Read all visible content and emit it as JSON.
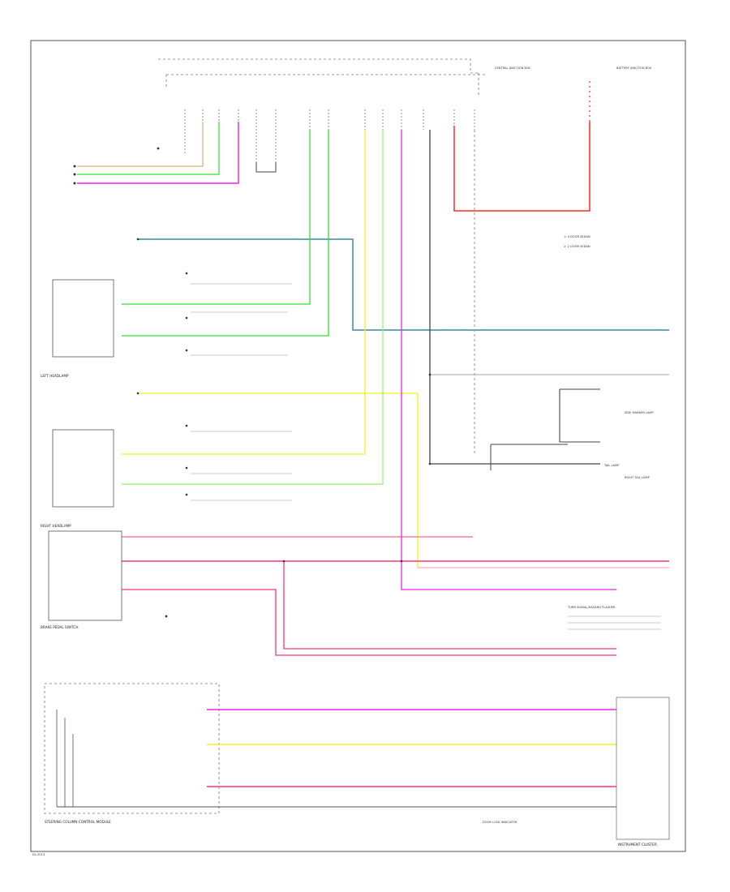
{
  "wire_colors": {
    "red": "#ff2a2a",
    "blue_green": "#3a8a9a",
    "green": "#33dd33",
    "yellow": "#f2f222",
    "pink": "#ff3377",
    "magenta": "#ee22ee",
    "black": "#444444",
    "gray": "#aaaaaa"
  },
  "component_labels": [
    "LEFT HEADLAMP",
    "RIGHT HEADLAMP",
    "BRAKE PEDAL SWITCH",
    "STEERING COLUMN CONTROL MODULE",
    "INSTRUMENT CLUSTER",
    "RIGHT TAIL LAMP",
    "DOOR LOCK INDICATOR",
    "TURN SIGNAL/HAZARD FLASHER",
    "CENTRAL JUNCTION BOX",
    "BATTERY JUNCTION BOX",
    "SIDE MARKER LAMP",
    "TAIL LAMP"
  ],
  "legend": [
    "1: 4 DOOR SEDAN",
    "2: 2 DOOR SEDAN"
  ],
  "footer_code": "DL-2013"
}
